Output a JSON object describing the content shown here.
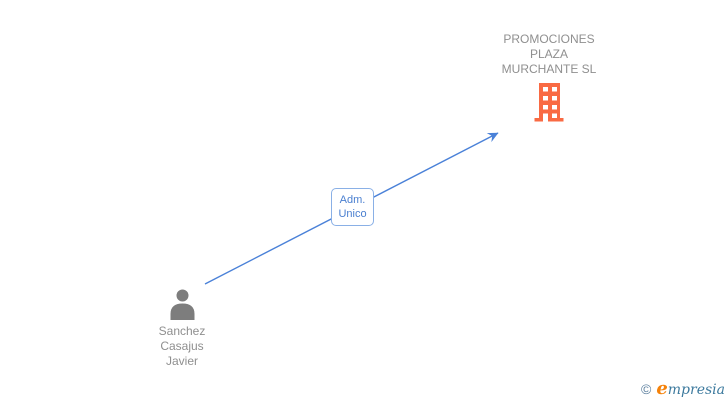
{
  "diagram": {
    "background": "#ffffff",
    "company_node": {
      "name": "PROMOCIONES PLAZA MURCHANTE SL",
      "name_lines": [
        "PROMOCIONES",
        "PLAZA",
        "MURCHANTE SL"
      ],
      "icon": "building-icon",
      "icon_color": "#f96a43",
      "label_color": "#8f8f8f"
    },
    "person_node": {
      "name": "Sanchez Casajus Javier",
      "name_lines": [
        "Sanchez",
        "Casajus",
        "Javier"
      ],
      "icon": "person-icon",
      "icon_color": "#7d7d7d",
      "label_color": "#8f8f8f"
    },
    "relationship": {
      "label": "Adm. Unico",
      "label_lines": [
        "Adm.",
        "Unico"
      ],
      "direction": "person-to-company",
      "line_color": "#4a81d8",
      "box_border_color": "#8ab0e6",
      "box_text_color": "#4a7fd0"
    }
  },
  "footer": {
    "copyright_symbol": "©",
    "brand_name": "Empresia",
    "brand_initial": "e",
    "brand_rest": "mpresia",
    "copyright_color": "#5b7f9e",
    "brand_initial_color": "#f5820a",
    "brand_rest_color": "#3d7a9e"
  }
}
